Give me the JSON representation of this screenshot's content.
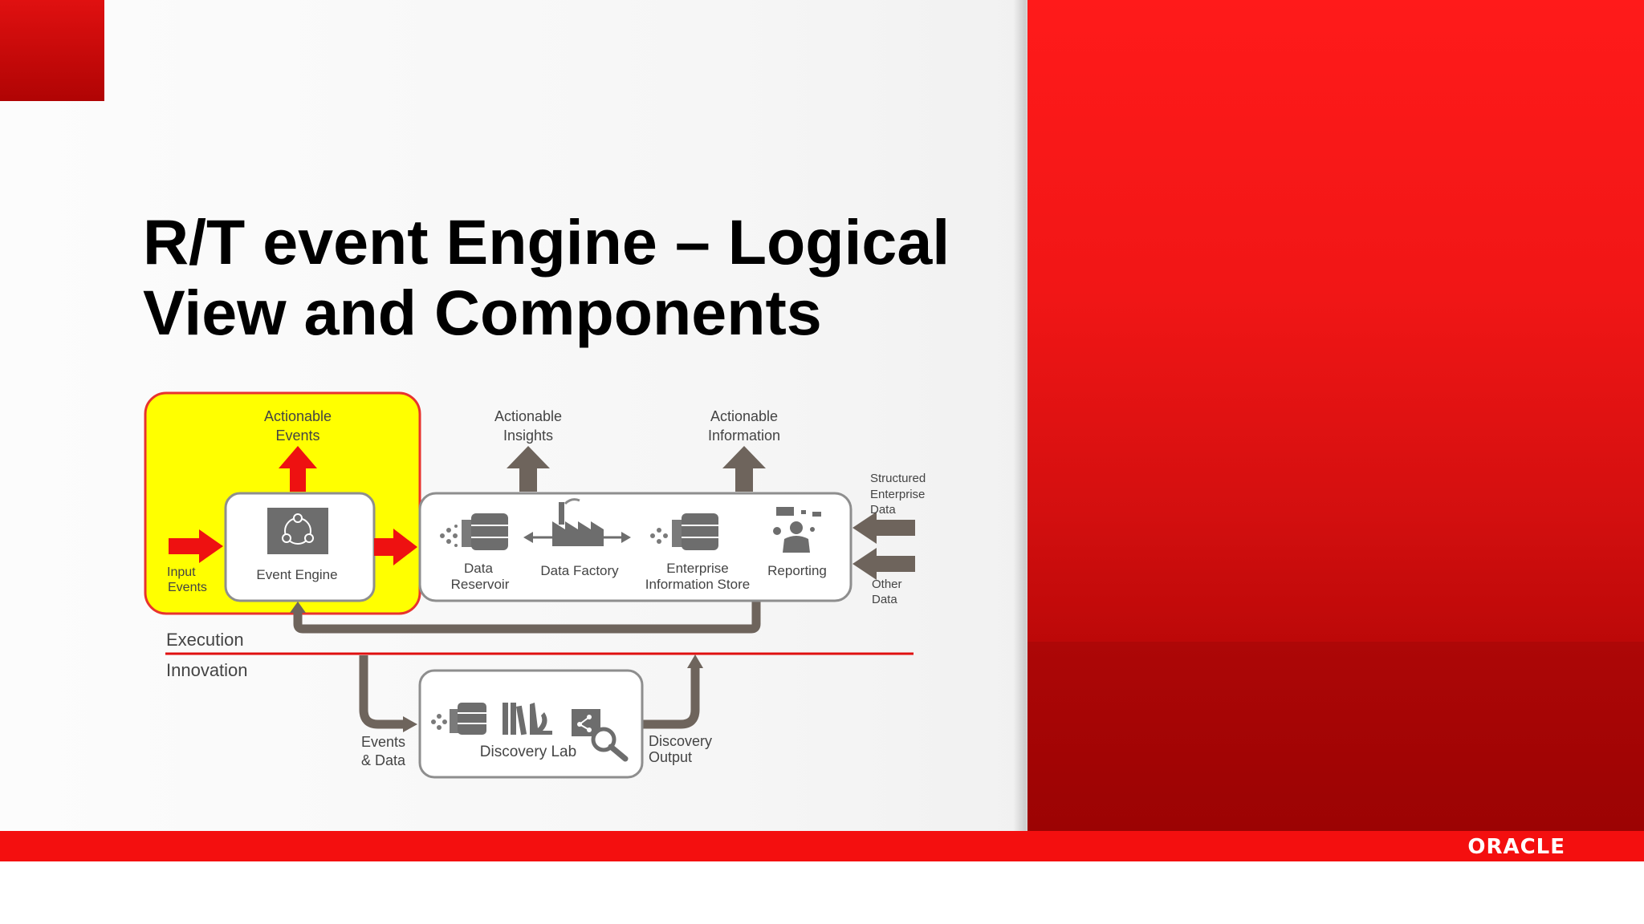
{
  "slide": {
    "title": "R/T event Engine – Logical View and Components",
    "logo_text": "ORACLE",
    "colors": {
      "brand_red": "#f40f0f",
      "highlight_yellow": "#ffff00",
      "arrow_red": "#ee1111",
      "flow_gray": "#6e645c"
    }
  },
  "diagram": {
    "nodes": {
      "event_engine": {
        "label": "Event Engine",
        "icon": "cycle-icon"
      },
      "data_reservoir": {
        "label_lines": [
          "Data",
          "Reservoir"
        ],
        "icon": "database-icon"
      },
      "data_factory": {
        "label": "Data Factory",
        "icon": "factory-icon"
      },
      "enterprise_store": {
        "label_lines": [
          "Enterprise",
          "Information Store"
        ],
        "icon": "database-icon"
      },
      "reporting": {
        "label": "Reporting",
        "icon": "reporting-person-icon"
      },
      "discovery_lab": {
        "label": "Discovery Lab",
        "icons": [
          "database-icon",
          "books-microscope-icon",
          "search-network-icon"
        ]
      }
    },
    "outputs": {
      "actionable_events": [
        "Actionable",
        "Events"
      ],
      "actionable_insights": [
        "Actionable",
        "Insights"
      ],
      "actionable_information": [
        "Actionable",
        "Information"
      ]
    },
    "inputs": {
      "input_events": [
        "Input",
        "Events"
      ],
      "structured_data": [
        "Structured",
        "Enterprise",
        "Data"
      ],
      "other_data": [
        "Other",
        "Data"
      ],
      "events_and_data": [
        "Events",
        "& Data"
      ],
      "discovery_output": [
        "Discovery",
        "Output"
      ]
    },
    "zones": {
      "execution": "Execution",
      "innovation": "Innovation"
    }
  }
}
